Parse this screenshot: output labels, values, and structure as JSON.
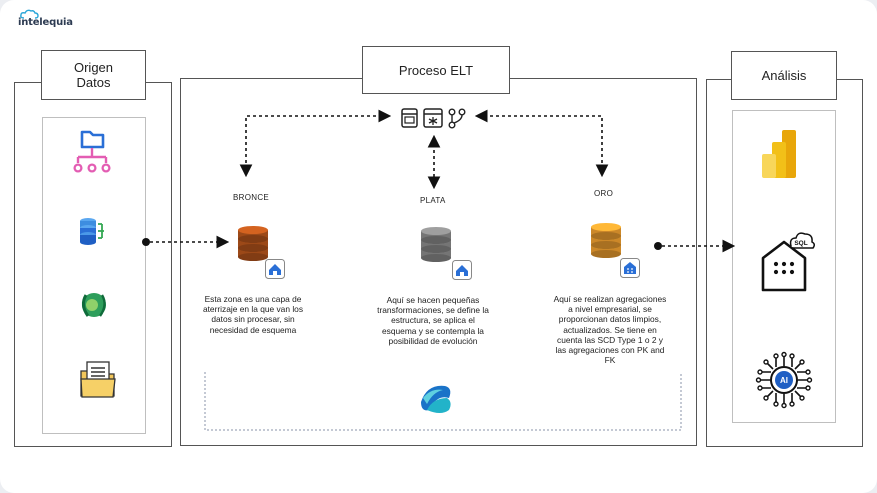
{
  "brand": {
    "logo_text": "intelequia"
  },
  "sections": {
    "origin": {
      "title_line1": "Origen",
      "title_line2": "Datos"
    },
    "process": {
      "title": "Proceso ELT"
    },
    "analysis": {
      "title": "Análisis"
    }
  },
  "stages": [
    {
      "label": "BRONCE",
      "color": "#b8561c",
      "description": [
        "Esta zona es una capa de",
        "aterrizaje en la que van los",
        "datos sin procesar, sin",
        "necesidad de esquema"
      ]
    },
    {
      "label": "PLATA",
      "color": "#8a8a8a",
      "description": [
        "Aquí se hacen pequeñas",
        "transformaciones, se define la",
        "estructura, se aplica el",
        "esquema y se contempla la",
        "posibilidad de evolución"
      ]
    },
    {
      "label": "ORO",
      "color": "#f0a030",
      "description": [
        "Aquí se realizan agregaciones",
        "a nivel empresarial, se",
        "proporcionan datos limpios,",
        "actualizados. Se tiene en",
        "cuenta las SCD Type 1 o 2 y",
        "las agregaciones con PK and",
        "FK"
      ]
    }
  ],
  "analysis_icons": {
    "sql_badge": "SQL",
    "ai_badge": "AI"
  },
  "icons": [
    "folder-network-icon",
    "database-connector-icon",
    "dataverse-icon",
    "file-folder-icon",
    "notebook-icon",
    "spark-job-icon",
    "pipeline-icon",
    "lakehouse-badge-icon",
    "fabric-icon",
    "powerbi-icon",
    "sql-warehouse-icon",
    "ai-chip-icon"
  ]
}
